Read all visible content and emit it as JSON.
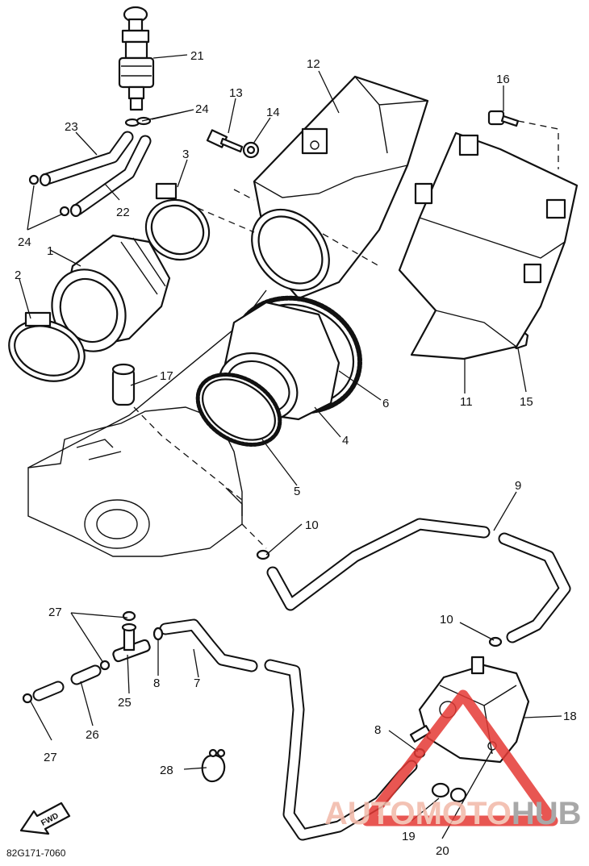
{
  "callouts": [
    {
      "id": "21",
      "text": "21"
    },
    {
      "id": "12",
      "text": "12"
    },
    {
      "id": "16",
      "text": "16"
    },
    {
      "id": "13",
      "text": "13"
    },
    {
      "id": "14",
      "text": "14"
    },
    {
      "id": "24a",
      "text": "24"
    },
    {
      "id": "23",
      "text": "23"
    },
    {
      "id": "3",
      "text": "3"
    },
    {
      "id": "22",
      "text": "22"
    },
    {
      "id": "24b",
      "text": "24"
    },
    {
      "id": "1",
      "text": "1"
    },
    {
      "id": "2",
      "text": "2"
    },
    {
      "id": "17",
      "text": "17"
    },
    {
      "id": "6",
      "text": "6"
    },
    {
      "id": "11",
      "text": "11"
    },
    {
      "id": "15",
      "text": "15"
    },
    {
      "id": "4",
      "text": "4"
    },
    {
      "id": "5",
      "text": "5"
    },
    {
      "id": "9",
      "text": "9"
    },
    {
      "id": "10a",
      "text": "10"
    },
    {
      "id": "27a",
      "text": "27"
    },
    {
      "id": "10b",
      "text": "10"
    },
    {
      "id": "8a",
      "text": "8"
    },
    {
      "id": "7",
      "text": "7"
    },
    {
      "id": "25",
      "text": "25"
    },
    {
      "id": "26",
      "text": "26"
    },
    {
      "id": "18",
      "text": "18"
    },
    {
      "id": "8b",
      "text": "8"
    },
    {
      "id": "27b",
      "text": "27"
    },
    {
      "id": "28",
      "text": "28"
    },
    {
      "id": "19",
      "text": "19"
    },
    {
      "id": "20",
      "text": "20"
    }
  ],
  "diagram_code": "82G171-7060",
  "direction_mark": "FWD",
  "watermark": {
    "part1": "AUTOMOTO",
    "part2": "HUB",
    "color1": "#f2b8a8",
    "color2": "#9a9a9a",
    "triangle_color": "#e53935"
  }
}
